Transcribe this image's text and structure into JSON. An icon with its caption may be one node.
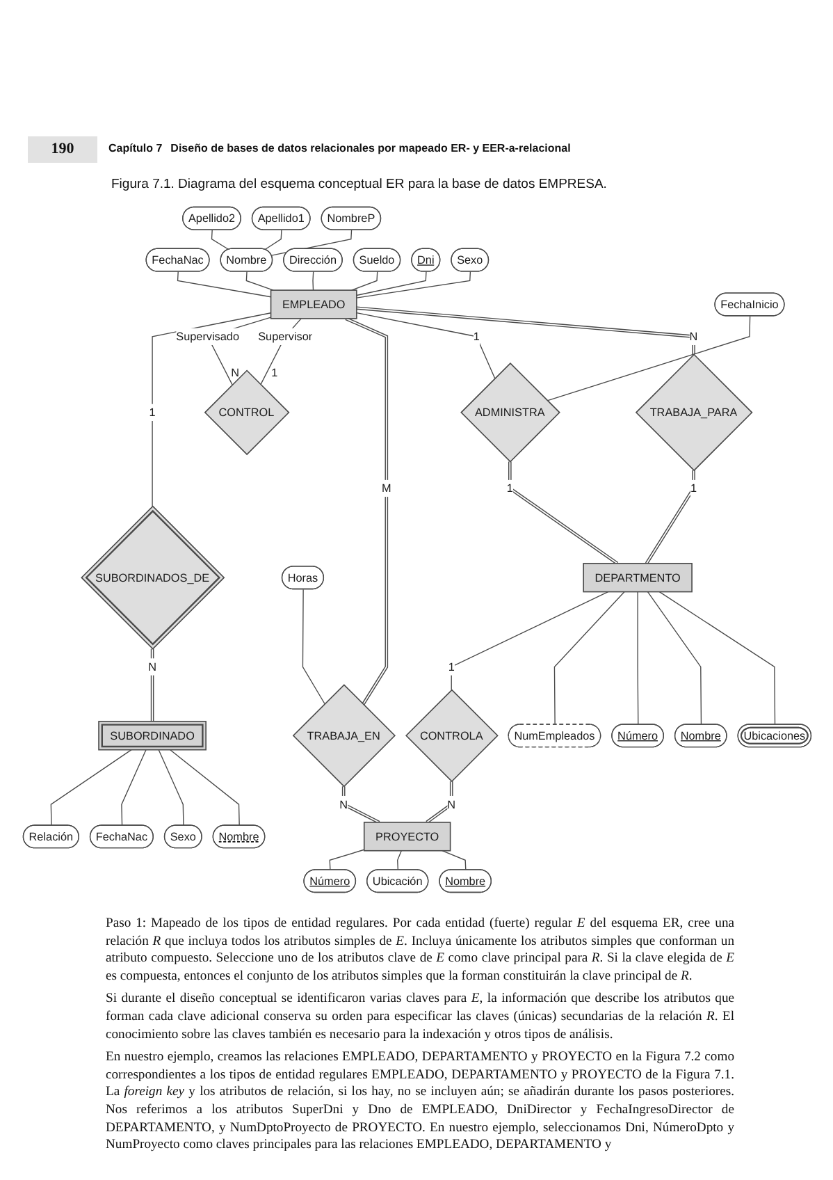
{
  "diagram": {
    "caption": "Figura 7.1. Diagrama del esquema conceptual ER para la base de datos EMPRESA.",
    "nodes": [
      {
        "text": [
          "NombreP"
        ]
      },
      {
        "text": [
          "Apellido1"
        ]
      },
      {
        "text": [
          "Apellido2"
        ]
      },
      {
        "text": [
          "FechaNac"
        ]
      },
      {
        "text": [
          "Nombre"
        ]
      },
      {
        "text": [
          "Dirección"
        ]
      },
      {
        "text": [
          "Sueldo"
        ]
      },
      {
        "text": [
          "Dni"
        ]
      },
      {
        "text": [
          "Sexo"
        ]
      },
      {
        "text": [
          "TRABAJA_PARA"
        ]
      },
      {
        "text": [
          "Ubicaciones"
        ]
      },
      {
        "text": [
          "Nombre"
        ]
      },
      {
        "text": [
          "Número"
        ]
      },
      {
        "text": [
          "EMPLEADO"
        ]
      },
      {
        "text": [
          "FechaInicio"
        ]
      },
      {
        "text": [
          "NumEmpleados"
        ]
      },
      {
        "text": [
          "DEPARTMENTO"
        ]
      },
      {
        "text": [
          "ADMINISTRA"
        ]
      },
      {
        "text": [
          "CONTROLA"
        ]
      },
      {
        "text": [
          "Horas"
        ]
      },
      {
        "text": [
          "TRABAJA_EN"
        ]
      },
      {
        "text": [
          "PROYECTO"
        ]
      },
      {
        "text": [
          "CONTROL"
        ]
      },
      {
        "text": [
          "Nombre"
        ]
      },
      {
        "text": [
          "Ubicación"
        ]
      },
      {
        "text": [
          "SUBORDINADOS_DE"
        ]
      },
      {
        "text": [
          "Número"
        ]
      },
      {
        "text": [
          "SUBORDINADO"
        ]
      },
      {
        "text": [
          "Nombre"
        ]
      },
      {
        "text": [
          "Sexo"
        ]
      },
      {
        "text": [
          "FechaNac"
        ]
      },
      {
        "text": [
          "Relación"
        ]
      }
    ],
    "edges": [
      {
        "from": 0,
        "to": 4,
        "arrow": "none"
      },
      {
        "from": 1,
        "to": 4,
        "arrow": "none"
      },
      {
        "from": 2,
        "to": 4,
        "arrow": "none"
      },
      {
        "from": 3,
        "to": 13,
        "arrow": "none"
      },
      {
        "from": 4,
        "to": 13,
        "arrow": "none"
      },
      {
        "from": 5,
        "to": 13,
        "arrow": "none"
      },
      {
        "from": 6,
        "to": 13,
        "arrow": "none"
      },
      {
        "from": 7,
        "to": 13,
        "arrow": "none"
      },
      {
        "from": 8,
        "to": 13,
        "arrow": "none"
      },
      {
        "from": 13,
        "to": 9,
        "arrow": "none",
        "label": "N",
        "style": "thick"
      },
      {
        "from": 9,
        "to": 16,
        "arrow": "none",
        "label": "1",
        "style": "thick"
      },
      {
        "from": 16,
        "to": 10,
        "arrow": "none"
      },
      {
        "from": 16,
        "to": 11,
        "arrow": "none"
      },
      {
        "from": 16,
        "to": 12,
        "arrow": "none"
      },
      {
        "from": 13,
        "to": 17,
        "arrow": "none",
        "label": "1"
      },
      {
        "from": 17,
        "to": 16,
        "arrow": "none",
        "label": "1",
        "style": "thick"
      },
      {
        "from": 14,
        "to": 17,
        "arrow": "none"
      },
      {
        "from": 16,
        "to": 15,
        "arrow": "none"
      },
      {
        "from": 16,
        "to": 18,
        "arrow": "none",
        "label": "1"
      },
      {
        "from": 18,
        "to": 21,
        "arrow": "none",
        "label": "N",
        "style": "thick"
      },
      {
        "from": 13,
        "to": 20,
        "arrow": "none",
        "label": "M",
        "style": "thick"
      },
      {
        "from": 19,
        "to": 20,
        "arrow": "none"
      },
      {
        "from": 20,
        "to": 21,
        "arrow": "none",
        "label": "N",
        "style": "thick"
      },
      {
        "from": 13,
        "to": 22,
        "arrow": "none",
        "label": "Supervisor"
      },
      {
        "from": 13,
        "to": 22,
        "arrow": "none",
        "label": "Supervisado"
      },
      {
        "from": 13,
        "to": 25,
        "arrow": "none",
        "label": "1"
      },
      {
        "from": 25,
        "to": 27,
        "arrow": "none",
        "label": "N",
        "style": "thick"
      },
      {
        "from": 21,
        "to": 23,
        "arrow": "none"
      },
      {
        "from": 21,
        "to": 24,
        "arrow": "none"
      },
      {
        "from": 21,
        "to": 26,
        "arrow": "none"
      },
      {
        "from": 27,
        "to": 28,
        "arrow": "none"
      },
      {
        "from": 27,
        "to": 29,
        "arrow": "none"
      },
      {
        "from": 27,
        "to": 30,
        "arrow": "none"
      },
      {
        "from": 27,
        "to": 31,
        "arrow": "none"
      }
    ],
    "labels": [
      "190",
      "Capítulo 7",
      "Diseño de bases de datos relacionales por mapeado ER- y EER-a-relacional",
      "1",
      "N",
      "Paso 1: Mapeado de los tipos de entidad regulares. Por cada entidad (fuerte) regular *E* del esquema ER, cree una relación *R* que incluya todos los atributos simples de *E*. Incluya únicamente los atributos simples que conforman un atributo compuesto. Seleccione uno de los atributos clave de *E* como clave principal para *R*. Si la clave elegida de *E* es compuesta, entonces el conjunto de los atributos simples que la forman constituirán la clave principal de *R*.",
      "Si durante el diseño conceptual se identificaron varias claves para *E*, la información que describe los atributos que forman cada clave adicional conserva su orden para especificar las claves (únicas) secundarias de la relación *R*. El conocimiento sobre las claves también es necesario para la indexación y otros tipos de análisis.",
      "En nuestro ejemplo, creamos las relaciones EMPLEADO, DEPARTAMENTO y PROYECTO en la Figura 7.2 como correspondientes a los tipos de entidad regulares EMPLEADO, DEPARTAMENTO y PROYECTO de la Figura 7.1. La *foreign key* y los atributos de relación, si los hay, no se incluyen aún; se añadirán durante los pasos posteriores. Nos referimos a los atributos SuperDni y Dno de EMPLEADO, DniDirector y FechaIngresoDirector de DEPARTAMENTO, y NumDptoProyecto de PROYECTO. En nuestro ejemplo, seleccionamos Dni, NúmeroDpto y NumProyecto como claves principales para las relaciones EMPLEADO, DEPARTAMENTO y"
    ]
  }
}
